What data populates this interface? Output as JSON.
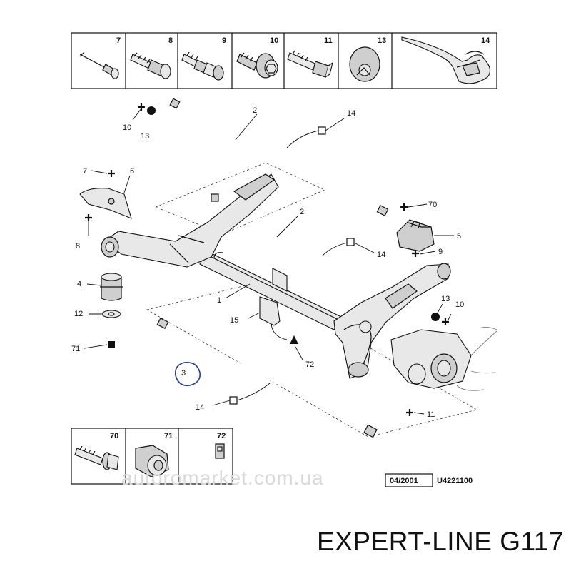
{
  "top_strip": {
    "cells": [
      "7",
      "8",
      "9",
      "10",
      "11",
      "13",
      "14"
    ]
  },
  "bottom_strip": {
    "cells": [
      "70",
      "71",
      "72"
    ]
  },
  "callouts": {
    "c10a": "10",
    "c13a": "13",
    "c2a": "2",
    "c14a": "14",
    "c7": "7",
    "c6": "6",
    "c8": "8",
    "c70": "70",
    "c5": "5",
    "c2b": "2",
    "c14b": "14",
    "c9": "9",
    "c4": "4",
    "c1": "1",
    "c12": "12",
    "c71": "71",
    "c13b": "13",
    "c10b": "10",
    "c15": "15",
    "c3": "3",
    "c72": "72",
    "c14c": "14",
    "c11": "11"
  },
  "date_box": "04/2001",
  "ref_code": "U4221100",
  "watermark": "autoromarket.com.ua",
  "brand_label": "EXPERT-LINE G117"
}
